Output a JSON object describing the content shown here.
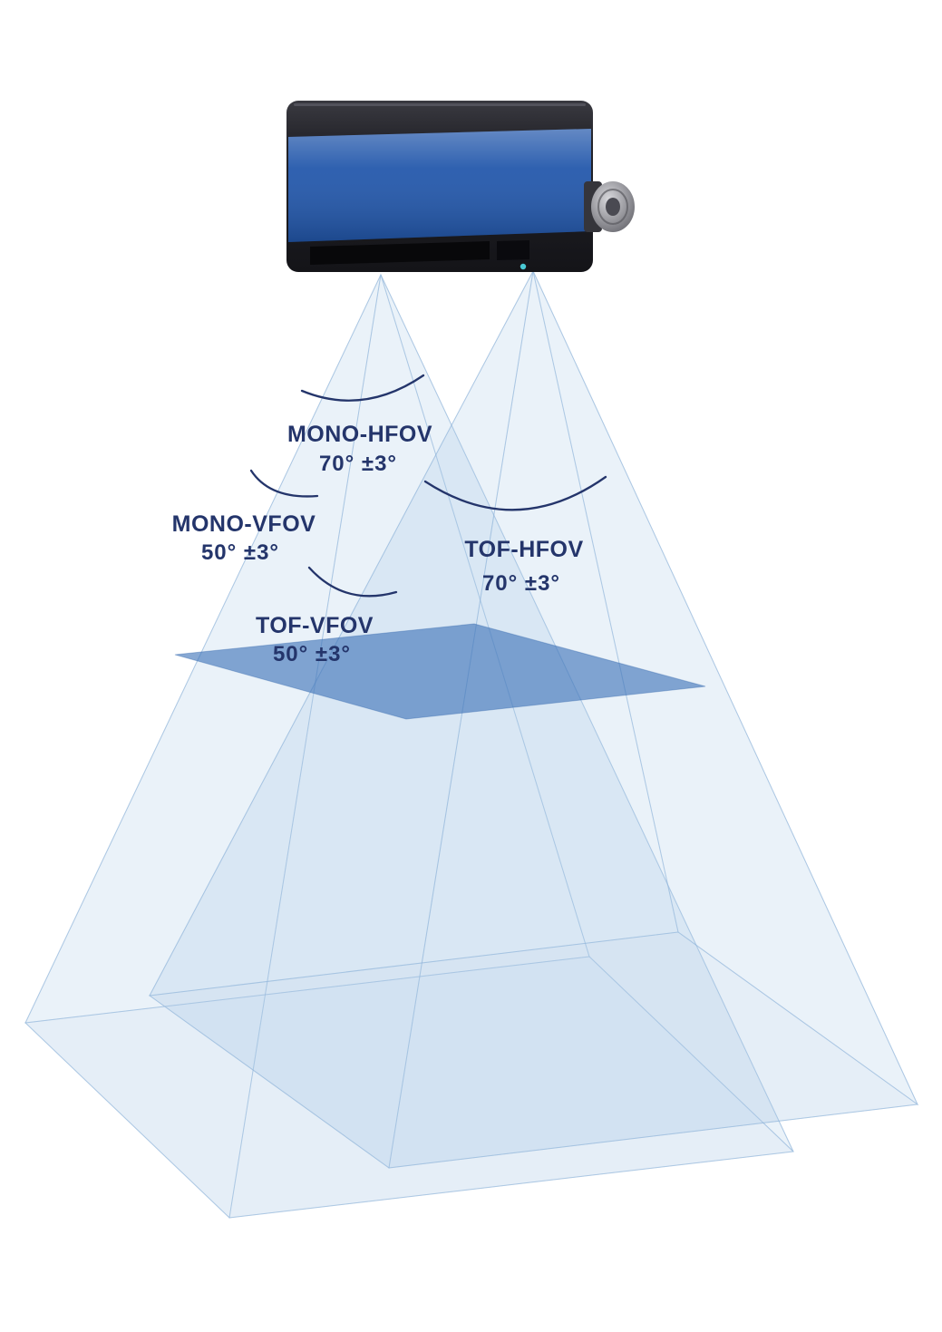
{
  "diagram": {
    "labels": [
      {
        "id": "mono_hfov",
        "name": "MONO-HFOV",
        "value": "70° ±3°"
      },
      {
        "id": "mono_vfov",
        "name": "MONO-VFOV",
        "value": "50° ±3°"
      },
      {
        "id": "tof_hfov",
        "name": "TOF-HFOV",
        "value": "70° ±3°"
      },
      {
        "id": "tof_vfov",
        "name": "TOF-VFOV",
        "value": "50° ±3°"
      }
    ]
  },
  "colors": {
    "background": "#ffffff",
    "beam_fill": "#a9c6e4",
    "plane_fill": "#3d72b8",
    "label_text": "#24356b",
    "camera_body": "#1d1d22",
    "camera_front": "#2257ab",
    "indicator_led": "#49c9d4",
    "connector_metal": "#8e8e94"
  }
}
